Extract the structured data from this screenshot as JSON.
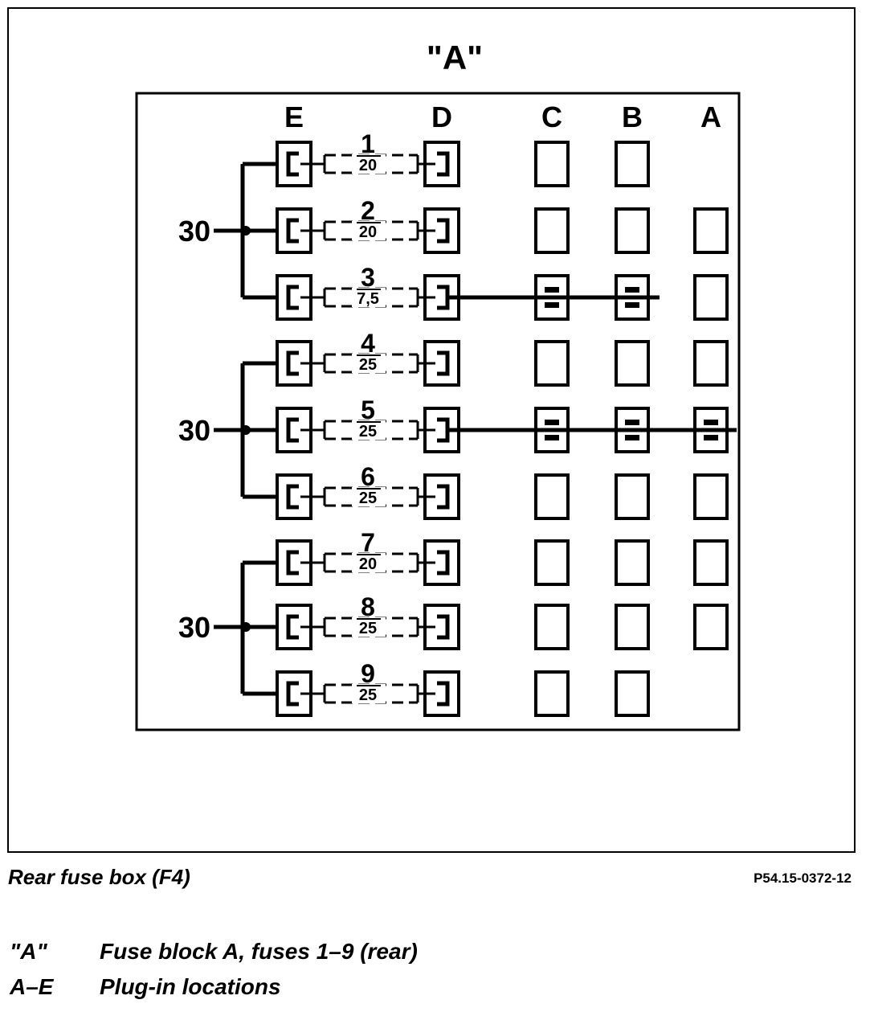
{
  "diagram": {
    "title": "\"A\"",
    "columns": [
      "E",
      "D",
      "C",
      "B",
      "A"
    ],
    "feed_label": "30",
    "fuses": [
      {
        "number": "1",
        "rating": "20"
      },
      {
        "number": "2",
        "rating": "20"
      },
      {
        "number": "3",
        "rating": "7,5"
      },
      {
        "number": "4",
        "rating": "25"
      },
      {
        "number": "5",
        "rating": "25"
      },
      {
        "number": "6",
        "rating": "25"
      },
      {
        "number": "7",
        "rating": "20"
      },
      {
        "number": "8",
        "rating": "25"
      },
      {
        "number": "9",
        "rating": "25"
      }
    ],
    "feed_groups": [
      {
        "label": "30",
        "fuses": [
          "1",
          "2",
          "3"
        ]
      },
      {
        "label": "30",
        "fuses": [
          "4",
          "5",
          "6"
        ]
      },
      {
        "label": "30",
        "fuses": [
          "7",
          "8",
          "9"
        ]
      }
    ],
    "bridged_rows": [
      {
        "fuse": "3",
        "through": [
          "D",
          "C",
          "B"
        ]
      },
      {
        "fuse": "5",
        "through": [
          "D",
          "C",
          "B",
          "A"
        ]
      }
    ]
  },
  "caption": "Rear fuse box (F4)",
  "figure_ref": "P54.15-0372-12",
  "legend": [
    {
      "key": "\"A\"",
      "text": "Fuse block A, fuses 1–9 (rear)"
    },
    {
      "key": "A–E",
      "text": "Plug-in locations"
    }
  ]
}
